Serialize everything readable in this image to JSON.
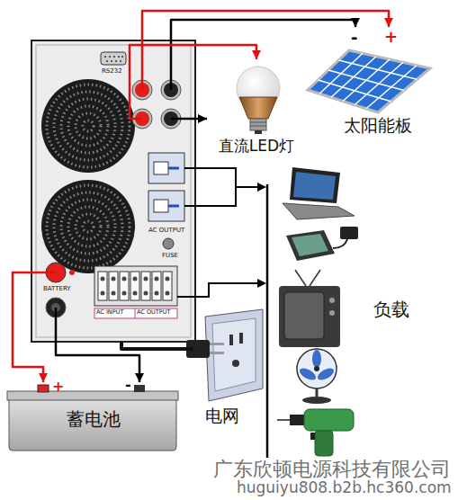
{
  "diagram": {
    "nodes": [
      {
        "text": [
          "太阳能板"
        ]
      },
      {
        "text": [
          "直流LED灯"
        ]
      },
      {
        "text": [
          "RS232",
          "AC OUTPUT",
          "FUSE",
          "BATTERY",
          "AC INPUT",
          "AC OUTPUT"
        ]
      },
      {
        "text": [
          "电网"
        ]
      },
      {
        "text": [
          "蓄电池"
        ]
      }
    ],
    "edges": [
      {
        "from": 2,
        "to": 0,
        "arrow": "to"
      },
      {
        "from": 2,
        "to": 0,
        "arrow": "to"
      },
      {
        "from": 2,
        "to": 1,
        "arrow": "to"
      },
      {
        "from": 2,
        "to": 1,
        "arrow": "to"
      },
      {
        "from": 2,
        "to": 4,
        "arrow": "to"
      },
      {
        "from": 2,
        "to": 4,
        "arrow": "to"
      },
      {
        "from": 3,
        "to": 2,
        "arrow": "none"
      }
    ],
    "labels": [
      "-",
      "+",
      "+",
      "-",
      "负载",
      "广东欣顿电源科技有限公司",
      "huguiyu808.b2b.hc360.com"
    ]
  }
}
